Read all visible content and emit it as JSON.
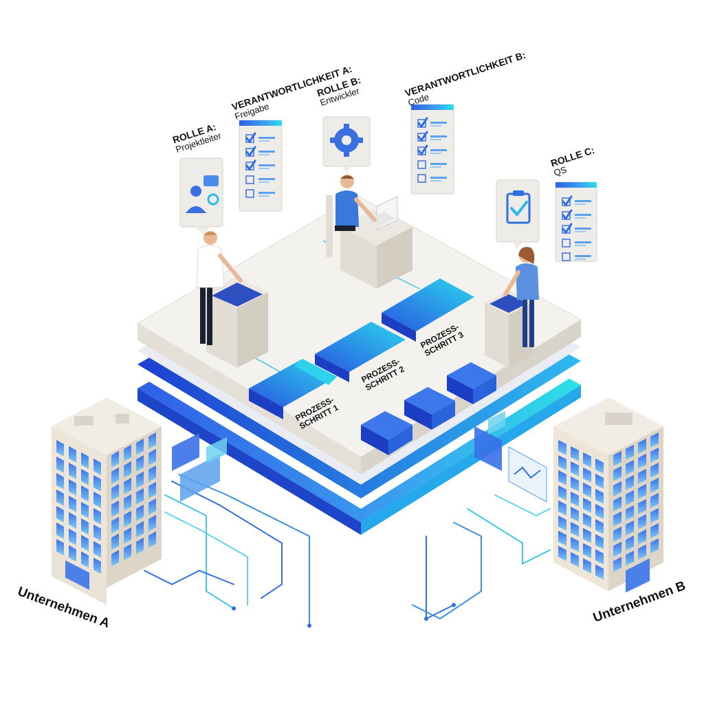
{
  "roles": [
    {
      "title": "ROLLE A:",
      "subtitle": "Projektleiter"
    },
    {
      "title": "ROLLE B:",
      "subtitle": "Entwickler"
    },
    {
      "title": "ROLLE C:",
      "subtitle": "QS"
    }
  ],
  "responsibilities": [
    {
      "title": "VERANTWORTLICHKEIT A:",
      "subtitle": "Freigabe"
    },
    {
      "title": "VERANTWORTLICHKEIT B:",
      "subtitle": "Code"
    }
  ],
  "steps": [
    {
      "line1": "PROZESS-",
      "line2": "SCHRITT 1"
    },
    {
      "line1": "PROZESS-",
      "line2": "SCHRITT 2"
    },
    {
      "line1": "PROZESS-",
      "line2": "SCHRITT 3"
    }
  ],
  "companies": [
    "Unternehmen A",
    "Unternehmen B"
  ],
  "colors": {
    "accent": "#2f6fe0",
    "accent_dark": "#1e4fc0",
    "cyan": "#22c4e8",
    "platform_top": "#f2f1ee",
    "building": "#ece6dc"
  },
  "icons": [
    "user-gear-icon",
    "gear-icon",
    "clipboard-check-icon",
    "checklist-icon"
  ]
}
